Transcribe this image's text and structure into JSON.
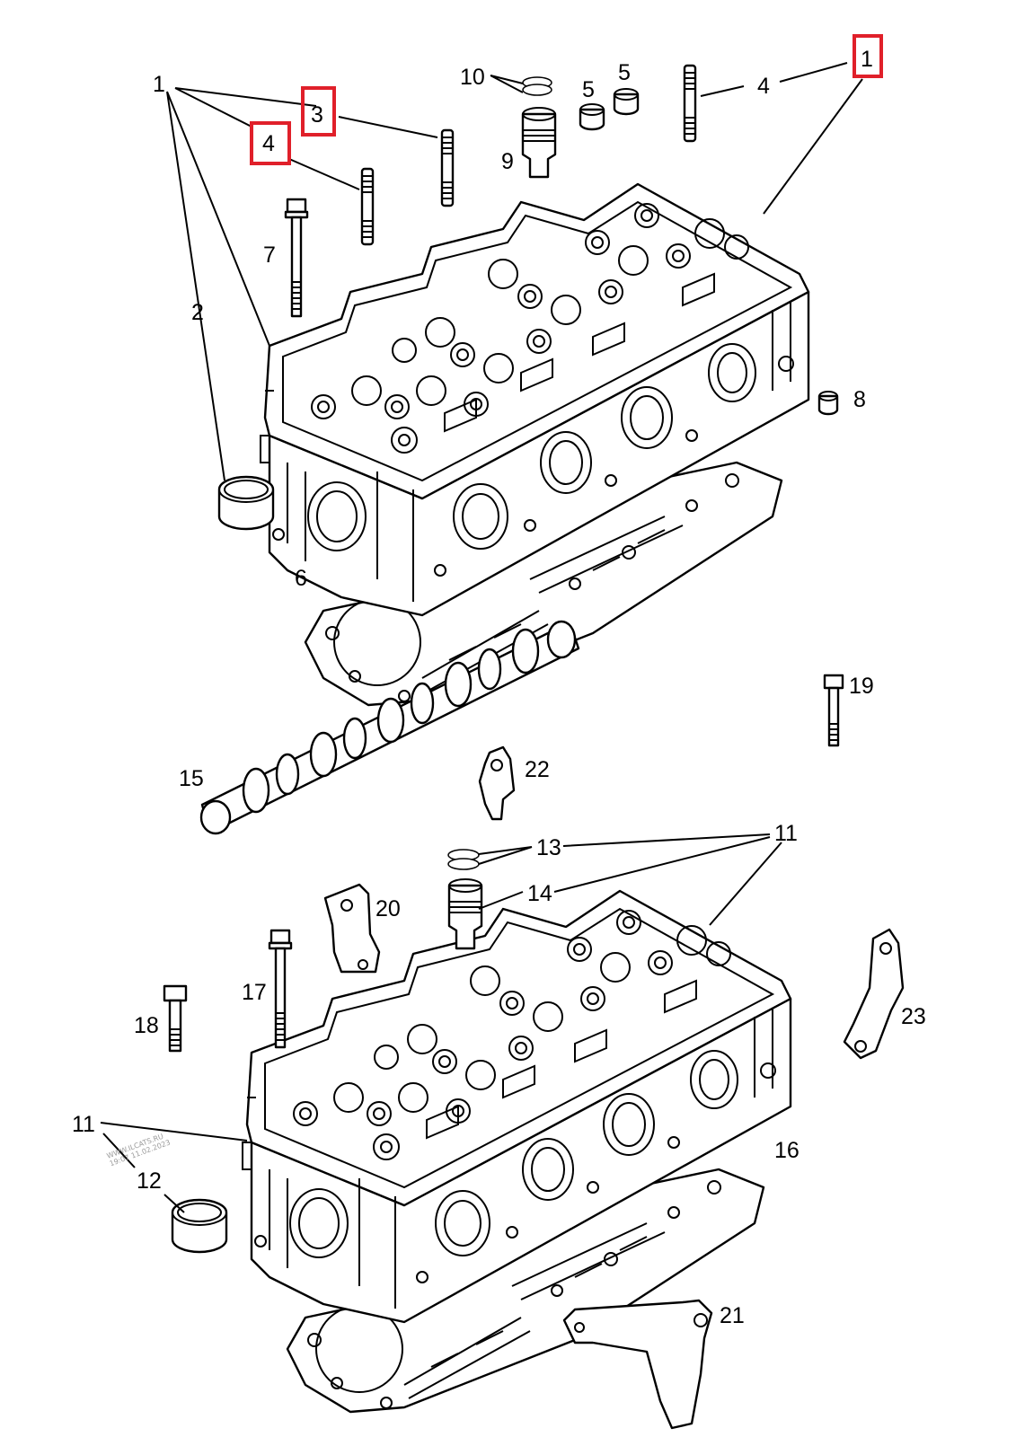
{
  "colors": {
    "line": "#000000",
    "highlight": "#e0202a",
    "background": "#ffffff"
  },
  "callouts": {
    "c1_top_left": "1",
    "c1_top_right": "1",
    "c2": "2",
    "c3": "3",
    "c4_left": "4",
    "c4_right": "4",
    "c5_left": "5",
    "c5_right": "5",
    "c6": "6",
    "c7": "7",
    "c8": "8",
    "c9": "9",
    "c10": "10",
    "c11_right": "11",
    "c11_left": "11",
    "c12": "12",
    "c13": "13",
    "c14": "14",
    "c15": "15",
    "c16": "16",
    "c17": "17",
    "c18": "18",
    "c19": "19",
    "c20": "20",
    "c21": "21",
    "c22": "22",
    "c23": "23"
  },
  "highlighted_callouts": [
    "1",
    "3",
    "4"
  ],
  "watermark": {
    "line1": "WWW.ILCATS.RU",
    "line2": "19:07 11.02.2023"
  }
}
